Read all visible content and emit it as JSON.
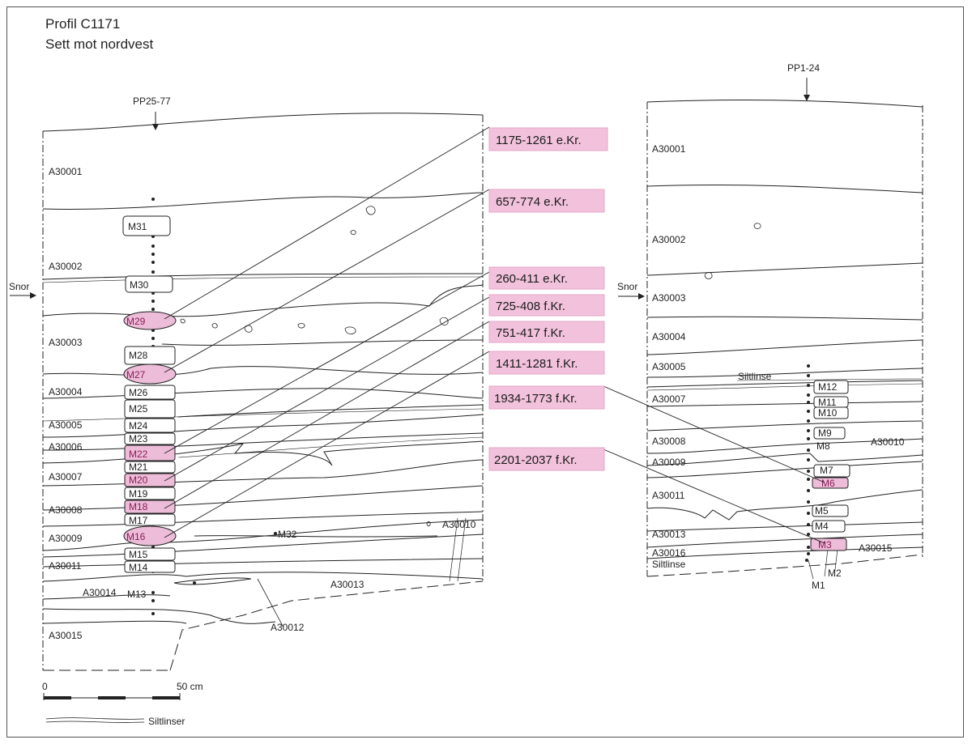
{
  "title": {
    "line1": "Profil C1171",
    "line2": "Sett mot nordvest"
  },
  "colors": {
    "highlight": "#ecbcd8",
    "date_box": "#f2c2dc",
    "line": "#222222"
  },
  "left_profile": {
    "point_label": "PP25-77",
    "snor_label": "Snor",
    "layers": [
      "A30001",
      "A30002",
      "A30003",
      "A30004",
      "A30005",
      "A30006",
      "A30007",
      "A30008",
      "A30009",
      "A30011",
      "A30014",
      "A30015",
      "A30010",
      "A30013",
      "A30012"
    ],
    "samples": [
      "M31",
      "M30",
      "M29",
      "M28",
      "M27",
      "M26",
      "M25",
      "M24",
      "M23",
      "M22",
      "M21",
      "M20",
      "M19",
      "M18",
      "M17",
      "M16",
      "M15",
      "M14",
      "M13",
      "M32"
    ],
    "highlighted_samples": [
      "M29",
      "M27",
      "M22",
      "M20",
      "M18",
      "M16"
    ]
  },
  "right_profile": {
    "point_label": "PP1-24",
    "snor_label": "Snor",
    "layers": [
      "A30001",
      "A30002",
      "A30003",
      "A30004",
      "A30005",
      "A30007",
      "A30008",
      "A30009",
      "A30011",
      "A30013",
      "A30016",
      "A30010",
      "A30015"
    ],
    "siltlinse_labels": [
      "Siltlinse",
      "Siltlinse"
    ],
    "samples": [
      "M12",
      "M11",
      "M10",
      "M9",
      "M8",
      "M7",
      "M6",
      "M5",
      "M4",
      "M3",
      "M2",
      "M1"
    ],
    "highlighted_samples": [
      "M6",
      "M3"
    ]
  },
  "dates": [
    {
      "label": "1175-1261 e.Kr.",
      "sample": "M29"
    },
    {
      "label": "657-774 e.Kr.",
      "sample": "M27"
    },
    {
      "label": "260-411 e.Kr.",
      "sample": "M22"
    },
    {
      "label": "725-408 f.Kr.",
      "sample": "M20"
    },
    {
      "label": "751-417 f.Kr.",
      "sample": "M18"
    },
    {
      "label": "1411-1281 f.Kr.",
      "sample": "M16"
    },
    {
      "label": "1934-1773 f.Kr.",
      "sample": "M6"
    },
    {
      "label": "2201-2037 f.Kr.",
      "sample": "M3"
    }
  ],
  "scale": {
    "start": "0",
    "end": "50 cm",
    "legend_label": "Siltlinser"
  }
}
